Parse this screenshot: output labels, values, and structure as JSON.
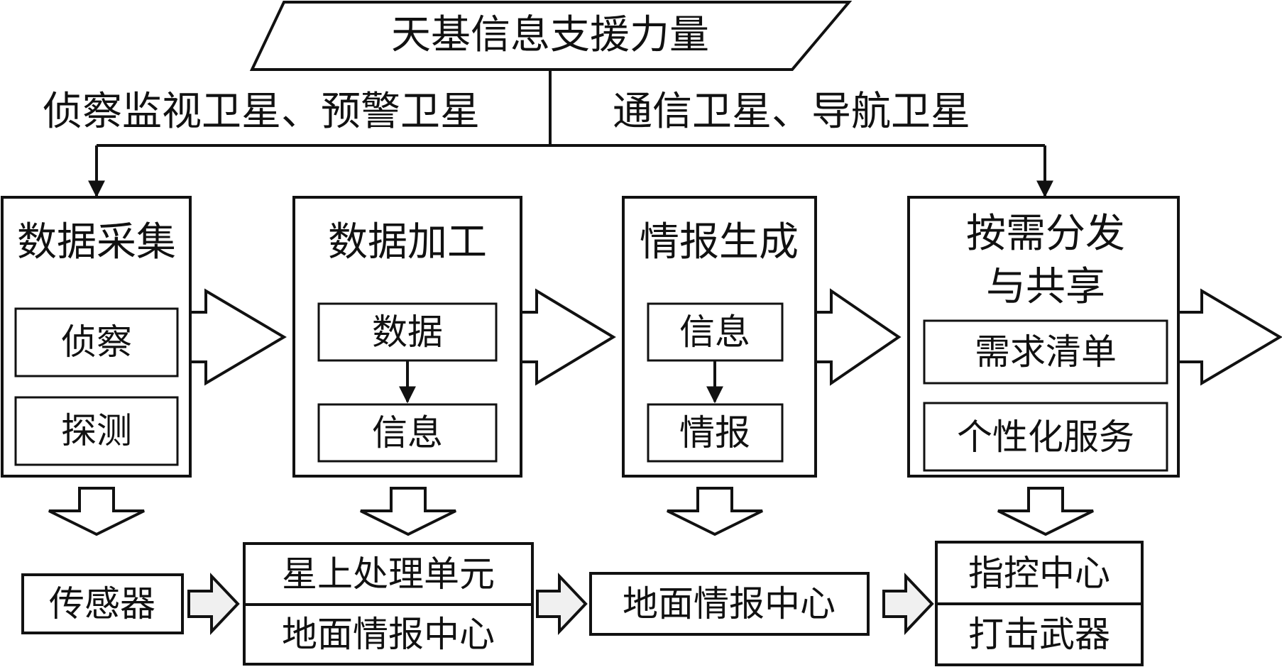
{
  "title": "天基信息支援力量",
  "branch_left": "侦察监视卫星、预警卫星",
  "branch_right": "通信卫星、导航卫星",
  "stages": [
    {
      "title": "数据采集",
      "items": [
        "侦察",
        "探测"
      ],
      "item_arrow": false,
      "platform": [
        "传感器"
      ]
    },
    {
      "title": "数据加工",
      "items": [
        "数据",
        "信息"
      ],
      "item_arrow": true,
      "platform": [
        "星上处理单元",
        "地面情报中心"
      ]
    },
    {
      "title": "情报生成",
      "items": [
        "信息",
        "情报"
      ],
      "item_arrow": true,
      "platform": [
        "地面情报中心"
      ]
    },
    {
      "title": "按需分发与共享",
      "title_lines": [
        "按需分发",
        "与共享"
      ],
      "items": [
        "需求清单",
        "个性化服务"
      ],
      "item_arrow": false,
      "platform": [
        "指控中心",
        "打击武器"
      ]
    }
  ],
  "colors": {
    "stroke": "#111111",
    "fill": "#ffffff",
    "arrow_fill": "#f0f0f0"
  }
}
